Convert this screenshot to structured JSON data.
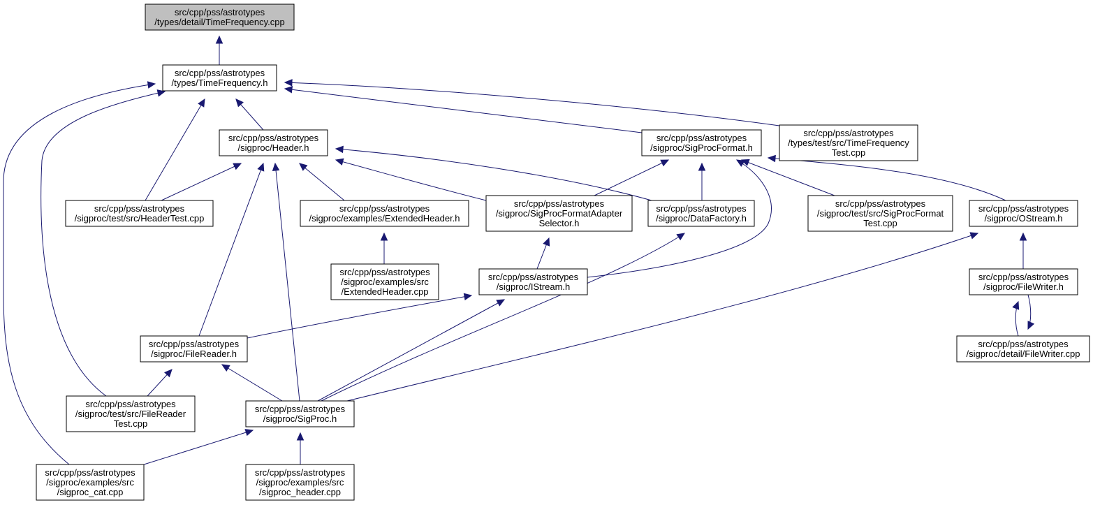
{
  "colors": {
    "edge": "#191970",
    "current_node_fill": "#bfbfbf",
    "node_border": "#000000"
  },
  "nodes": [
    {
      "id": "timefreq_cpp",
      "current": true,
      "lines": [
        "src/cpp/pss/astrotypes",
        "/types/detail/TimeFrequency.cpp"
      ]
    },
    {
      "id": "timefreq_h",
      "lines": [
        "src/cpp/pss/astrotypes",
        "/types/TimeFrequency.h"
      ]
    },
    {
      "id": "header_h",
      "lines": [
        "src/cpp/pss/astrotypes",
        "/sigproc/Header.h"
      ]
    },
    {
      "id": "sigprocformat_h",
      "lines": [
        "src/cpp/pss/astrotypes",
        "/sigproc/SigProcFormat.h"
      ]
    },
    {
      "id": "timefreq_test",
      "lines": [
        "src/cpp/pss/astrotypes",
        "/types/test/src/TimeFrequency",
        "Test.cpp"
      ]
    },
    {
      "id": "headertest",
      "lines": [
        "src/cpp/pss/astrotypes",
        "/sigproc/test/src/HeaderTest.cpp"
      ]
    },
    {
      "id": "extheader_h",
      "lines": [
        "src/cpp/pss/astrotypes",
        "/sigproc/examples/ExtendedHeader.h"
      ]
    },
    {
      "id": "adapter_h",
      "lines": [
        "src/cpp/pss/astrotypes",
        "/sigproc/SigProcFormatAdapter",
        "Selector.h"
      ]
    },
    {
      "id": "datafactory_h",
      "lines": [
        "src/cpp/pss/astrotypes",
        "/sigproc/DataFactory.h"
      ]
    },
    {
      "id": "sigprocformat_test",
      "lines": [
        "src/cpp/pss/astrotypes",
        "/sigproc/test/src/SigProcFormat",
        "Test.cpp"
      ]
    },
    {
      "id": "ostream_h",
      "lines": [
        "src/cpp/pss/astrotypes",
        "/sigproc/OStream.h"
      ]
    },
    {
      "id": "extheader_cpp",
      "lines": [
        "src/cpp/pss/astrotypes",
        "/sigproc/examples/src",
        "/ExtendedHeader.cpp"
      ]
    },
    {
      "id": "istream_h",
      "lines": [
        "src/cpp/pss/astrotypes",
        "/sigproc/IStream.h"
      ]
    },
    {
      "id": "filewriter_h",
      "lines": [
        "src/cpp/pss/astrotypes",
        "/sigproc/FileWriter.h"
      ]
    },
    {
      "id": "filereader_h",
      "lines": [
        "src/cpp/pss/astrotypes",
        "/sigproc/FileReader.h"
      ]
    },
    {
      "id": "filewriter_cpp",
      "lines": [
        "src/cpp/pss/astrotypes",
        "/sigproc/detail/FileWriter.cpp"
      ]
    },
    {
      "id": "filereader_test",
      "lines": [
        "src/cpp/pss/astrotypes",
        "/sigproc/test/src/FileReader",
        "Test.cpp"
      ]
    },
    {
      "id": "sigproc_h",
      "lines": [
        "src/cpp/pss/astrotypes",
        "/sigproc/SigProc.h"
      ]
    },
    {
      "id": "sigproc_cat",
      "lines": [
        "src/cpp/pss/astrotypes",
        "/sigproc/examples/src",
        "/sigproc_cat.cpp"
      ]
    },
    {
      "id": "sigproc_header",
      "lines": [
        "src/cpp/pss/astrotypes",
        "/sigproc/examples/src",
        "/sigproc_header.cpp"
      ]
    }
  ],
  "edges": [
    {
      "from": "timefreq_h",
      "to": "timefreq_cpp"
    },
    {
      "from": "header_h",
      "to": "timefreq_h"
    },
    {
      "from": "sigprocformat_h",
      "to": "timefreq_h"
    },
    {
      "from": "timefreq_test",
      "to": "timefreq_h"
    },
    {
      "from": "headertest",
      "to": "timefreq_h"
    },
    {
      "from": "filereader_test",
      "to": "timefreq_h"
    },
    {
      "from": "sigproc_cat",
      "to": "timefreq_h"
    },
    {
      "from": "headertest",
      "to": "header_h"
    },
    {
      "from": "extheader_h",
      "to": "header_h"
    },
    {
      "from": "adapter_h",
      "to": "header_h"
    },
    {
      "from": "datafactory_h",
      "to": "header_h"
    },
    {
      "from": "filereader_h",
      "to": "header_h"
    },
    {
      "from": "sigproc_h",
      "to": "header_h"
    },
    {
      "from": "adapter_h",
      "to": "sigprocformat_h"
    },
    {
      "from": "datafactory_h",
      "to": "sigprocformat_h"
    },
    {
      "from": "sigprocformat_test",
      "to": "sigprocformat_h"
    },
    {
      "from": "ostream_h",
      "to": "sigprocformat_h"
    },
    {
      "from": "istream_h",
      "to": "sigprocformat_h"
    },
    {
      "from": "extheader_cpp",
      "to": "extheader_h"
    },
    {
      "from": "istream_h",
      "to": "adapter_h"
    },
    {
      "from": "sigproc_h",
      "to": "datafactory_h"
    },
    {
      "from": "filewriter_h",
      "to": "ostream_h"
    },
    {
      "from": "sigproc_h",
      "to": "ostream_h"
    },
    {
      "from": "filereader_h",
      "to": "istream_h"
    },
    {
      "from": "sigproc_h",
      "to": "istream_h"
    },
    {
      "from": "filewriter_cpp",
      "to": "filewriter_h"
    },
    {
      "from": "filewriter_h",
      "to": "filewriter_cpp"
    },
    {
      "from": "filereader_test",
      "to": "filereader_h"
    },
    {
      "from": "sigproc_h",
      "to": "filereader_h"
    },
    {
      "from": "sigproc_cat",
      "to": "sigproc_h"
    },
    {
      "from": "sigproc_header",
      "to": "sigproc_h"
    }
  ]
}
